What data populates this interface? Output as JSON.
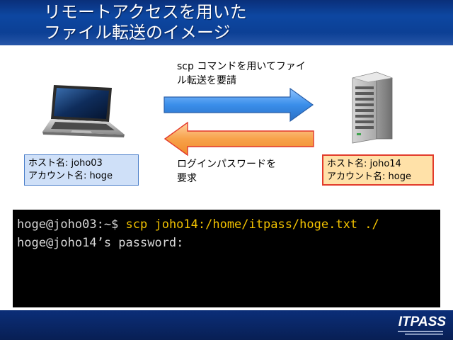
{
  "slide": {
    "title_line1": "リモートアクセスを用いた",
    "title_line2": "ファイル転送のイメージ"
  },
  "request_caption": {
    "line1": "scp コマンドを用いてファイ",
    "line2": "ル転送を要請"
  },
  "response_caption": {
    "line1": "ログインパスワードを",
    "line2": "要求"
  },
  "client": {
    "host": "ホスト名: joho03",
    "account": "アカウント名: hoge"
  },
  "server": {
    "host": "ホスト名: joho14",
    "account": "アカウント名: hoge"
  },
  "terminal": {
    "prompt": "hoge@joho03:~$ ",
    "command": "scp joho14:/home/itpass/hoge.txt ./",
    "line2": "hoge@joho14’s password:"
  },
  "logo": {
    "text": "ITPASS"
  },
  "colors": {
    "request_arrow": "#3a8eea",
    "response_arrow": "#f7a24a",
    "client_box": "#cfe0f8",
    "server_box": "#ffe1a8",
    "server_border": "#e23b2b",
    "command_text": "#f2c200"
  }
}
